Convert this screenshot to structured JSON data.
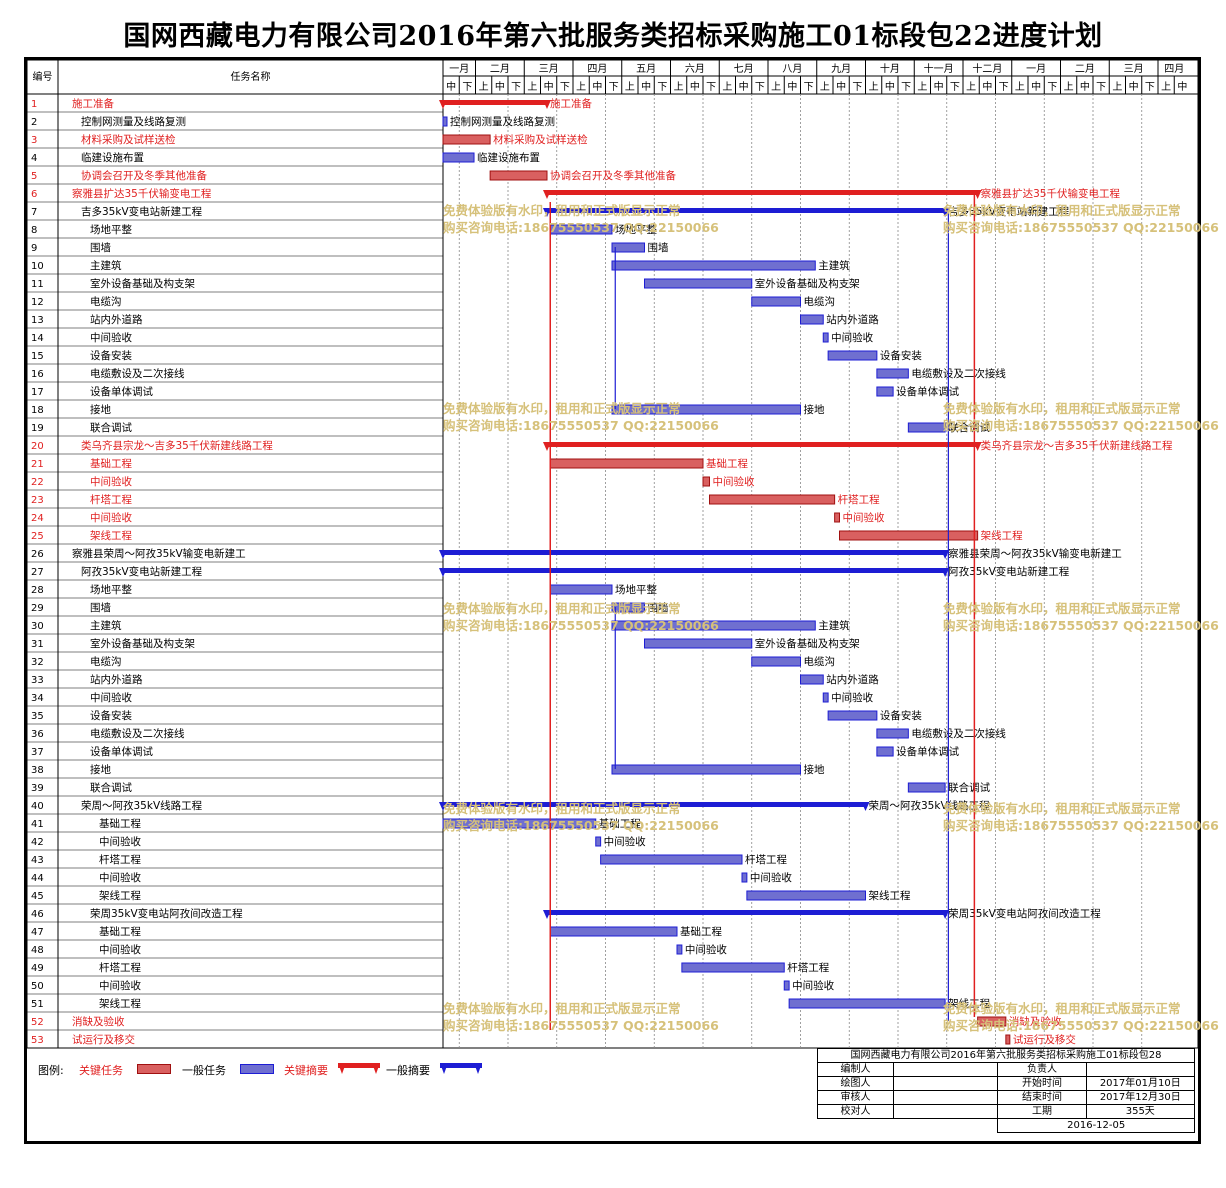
{
  "title": "国网西藏电力有限公司2016年第六批服务类招标采购施工01标段包22进度计划",
  "header": {
    "id_col": "编号",
    "name_col": "任务名称"
  },
  "months": [
    "一月",
    "二月",
    "三月",
    "四月",
    "五月",
    "六月",
    "七月",
    "八月",
    "九月",
    "十月",
    "十一月",
    "十二月",
    "一月",
    "二月",
    "三月",
    "四月"
  ],
  "dekads": [
    "中",
    "下",
    "上",
    "中",
    "下",
    "上",
    "中",
    "下",
    "上",
    "中",
    "下",
    "上",
    "中",
    "下",
    "上",
    "中",
    "下",
    "上",
    "中",
    "下",
    "上",
    "中",
    "下",
    "上",
    "中",
    "下",
    "上",
    "中",
    "下",
    "上",
    "中",
    "下",
    "上",
    "中",
    "下",
    "上",
    "中",
    "下",
    "上",
    "中",
    "下",
    "上",
    "中",
    "下",
    "上",
    "中"
  ],
  "colors": {
    "critical": "#e02020",
    "normal": "#1d1dd4",
    "critical_bar": "#d96060",
    "normal_bar": "#6f6fd0",
    "watermark": "#d6c17a",
    "grid_dash": "#888888"
  },
  "watermark": {
    "line1": "免费体验版有水印，租用和正式版显示正常",
    "line2": "购买咨询电话:18675550537 QQ:22150066"
  },
  "chart_data": {
    "type": "gantt",
    "title": "国网西藏电力有限公司2016年第六批服务类招标采购施工01标段包22进度计划",
    "time_axis": {
      "start": "2017-01-11",
      "end": "2018-04-30"
    },
    "tasks": [
      {
        "id": "1",
        "name": "施工准备",
        "indent": 0,
        "kind": "summary",
        "critical": true,
        "start": "2017-01-01",
        "end": "2017-03-15",
        "label": "施工准备"
      },
      {
        "id": "2",
        "name": "控制网测量及线路复测",
        "indent": 1,
        "kind": "task",
        "critical": false,
        "start": "2017-01-01",
        "end": "2017-01-10",
        "label": "控制网测量及线路复测"
      },
      {
        "id": "3",
        "name": "材料采购及试样送检",
        "indent": 1,
        "kind": "task",
        "critical": true,
        "start": "2017-01-01",
        "end": "2017-02-10",
        "label": "材料采购及试样送检"
      },
      {
        "id": "4",
        "name": "临建设施布置",
        "indent": 1,
        "kind": "task",
        "critical": false,
        "start": "2017-01-01",
        "end": "2017-01-31",
        "label": "临建设施布置"
      },
      {
        "id": "5",
        "name": "协调会召开及冬季其他准备",
        "indent": 1,
        "kind": "task",
        "critical": true,
        "start": "2017-02-10",
        "end": "2017-03-15",
        "label": "协调会召开及冬季其他准备"
      },
      {
        "id": "6",
        "name": "察雅县扩达35千伏输变电工程",
        "indent": 0,
        "kind": "summary",
        "critical": true,
        "start": "2017-03-15",
        "end": "2017-12-10",
        "label": "察雅县扩达35千伏输变电工程"
      },
      {
        "id": "7",
        "name": "吉多35kV变电站新建工程",
        "indent": 1,
        "kind": "summary",
        "critical": false,
        "start": "2017-03-15",
        "end": "2017-11-20",
        "label": "吉多35kV变电站新建工程"
      },
      {
        "id": "8",
        "name": "场地平整",
        "indent": 2,
        "kind": "task",
        "critical": false,
        "start": "2017-03-17",
        "end": "2017-04-25",
        "label": "场地平整"
      },
      {
        "id": "9",
        "name": "围墙",
        "indent": 2,
        "kind": "task",
        "critical": false,
        "start": "2017-04-25",
        "end": "2017-05-15",
        "label": "围墙"
      },
      {
        "id": "10",
        "name": "主建筑",
        "indent": 2,
        "kind": "task",
        "critical": false,
        "start": "2017-04-25",
        "end": "2017-08-31",
        "label": "主建筑"
      },
      {
        "id": "11",
        "name": "室外设备基础及构支架",
        "indent": 2,
        "kind": "task",
        "critical": false,
        "start": "2017-05-15",
        "end": "2017-07-21",
        "label": "室外设备基础及构支架"
      },
      {
        "id": "12",
        "name": "电缆沟",
        "indent": 2,
        "kind": "task",
        "critical": false,
        "start": "2017-07-21",
        "end": "2017-08-21",
        "label": "电缆沟"
      },
      {
        "id": "13",
        "name": "站内外道路",
        "indent": 2,
        "kind": "task",
        "critical": false,
        "start": "2017-08-21",
        "end": "2017-09-05",
        "label": "站内外道路"
      },
      {
        "id": "14",
        "name": "中间验收",
        "indent": 2,
        "kind": "task",
        "critical": false,
        "start": "2017-09-05",
        "end": "2017-09-08",
        "label": "中间验收"
      },
      {
        "id": "15",
        "name": "设备安装",
        "indent": 2,
        "kind": "task",
        "critical": false,
        "start": "2017-09-08",
        "end": "2017-10-08",
        "label": "设备安装"
      },
      {
        "id": "16",
        "name": "电缆敷设及二次接线",
        "indent": 2,
        "kind": "task",
        "critical": false,
        "start": "2017-10-08",
        "end": "2017-10-28",
        "label": "电缆敷设及二次接线"
      },
      {
        "id": "17",
        "name": "设备单体调试",
        "indent": 2,
        "kind": "task",
        "critical": false,
        "start": "2017-10-08",
        "end": "2017-10-18",
        "label": "设备单体调试"
      },
      {
        "id": "18",
        "name": "接地",
        "indent": 2,
        "kind": "task",
        "critical": false,
        "start": "2017-04-25",
        "end": "2017-08-21",
        "label": "接地"
      },
      {
        "id": "19",
        "name": "联合调试",
        "indent": 2,
        "kind": "task",
        "critical": false,
        "start": "2017-10-28",
        "end": "2017-11-20",
        "label": "联合调试"
      },
      {
        "id": "20",
        "name": "类乌齐县宗龙～吉多35千伏新建线路工程",
        "indent": 1,
        "kind": "summary",
        "critical": true,
        "start": "2017-03-15",
        "end": "2017-12-10",
        "label": "类乌齐县宗龙～吉多35千伏新建线路工程"
      },
      {
        "id": "21",
        "name": "基础工程",
        "indent": 2,
        "kind": "task",
        "critical": true,
        "start": "2017-03-17",
        "end": "2017-06-21",
        "label": "基础工程"
      },
      {
        "id": "22",
        "name": "中间验收",
        "indent": 2,
        "kind": "task",
        "critical": true,
        "start": "2017-06-21",
        "end": "2017-06-25",
        "label": "中间验收"
      },
      {
        "id": "23",
        "name": "杆塔工程",
        "indent": 2,
        "kind": "task",
        "critical": true,
        "start": "2017-06-25",
        "end": "2017-09-12",
        "label": "杆塔工程"
      },
      {
        "id": "24",
        "name": "中间验收",
        "indent": 2,
        "kind": "task",
        "critical": true,
        "start": "2017-09-12",
        "end": "2017-09-15",
        "label": "中间验收"
      },
      {
        "id": "25",
        "name": "架线工程",
        "indent": 2,
        "kind": "task",
        "critical": true,
        "start": "2017-09-15",
        "end": "2017-12-10",
        "label": "架线工程"
      },
      {
        "id": "26",
        "name": "察雅县荣周～阿孜35kV输变电新建工",
        "indent": 0,
        "kind": "summary",
        "critical": false,
        "start": "2017-01-01",
        "end": "2017-11-20",
        "label": "察雅县荣周～阿孜35kV输变电新建工"
      },
      {
        "id": "27",
        "name": "阿孜35kV变电站新建工程",
        "indent": 1,
        "kind": "summary",
        "critical": false,
        "start": "2017-01-01",
        "end": "2017-11-20",
        "label": "阿孜35kV变电站新建工程"
      },
      {
        "id": "28",
        "name": "场地平整",
        "indent": 2,
        "kind": "task",
        "critical": false,
        "start": "2017-03-17",
        "end": "2017-04-25",
        "label": "场地平整"
      },
      {
        "id": "29",
        "name": "围墙",
        "indent": 2,
        "kind": "task",
        "critical": false,
        "start": "2017-04-25",
        "end": "2017-05-15",
        "label": "围墙"
      },
      {
        "id": "30",
        "name": "主建筑",
        "indent": 2,
        "kind": "task",
        "critical": false,
        "start": "2017-04-25",
        "end": "2017-08-31",
        "label": "主建筑"
      },
      {
        "id": "31",
        "name": "室外设备基础及构支架",
        "indent": 2,
        "kind": "task",
        "critical": false,
        "start": "2017-05-15",
        "end": "2017-07-21",
        "label": "室外设备基础及构支架"
      },
      {
        "id": "32",
        "name": "电缆沟",
        "indent": 2,
        "kind": "task",
        "critical": false,
        "start": "2017-07-21",
        "end": "2017-08-21",
        "label": "电缆沟"
      },
      {
        "id": "33",
        "name": "站内外道路",
        "indent": 2,
        "kind": "task",
        "critical": false,
        "start": "2017-08-21",
        "end": "2017-09-05",
        "label": "站内外道路"
      },
      {
        "id": "34",
        "name": "中间验收",
        "indent": 2,
        "kind": "task",
        "critical": false,
        "start": "2017-09-05",
        "end": "2017-09-08",
        "label": "中间验收"
      },
      {
        "id": "35",
        "name": "设备安装",
        "indent": 2,
        "kind": "task",
        "critical": false,
        "start": "2017-09-08",
        "end": "2017-10-08",
        "label": "设备安装"
      },
      {
        "id": "36",
        "name": "电缆敷设及二次接线",
        "indent": 2,
        "kind": "task",
        "critical": false,
        "start": "2017-10-08",
        "end": "2017-10-28",
        "label": "电缆敷设及二次接线"
      },
      {
        "id": "37",
        "name": "设备单体调试",
        "indent": 2,
        "kind": "task",
        "critical": false,
        "start": "2017-10-08",
        "end": "2017-10-18",
        "label": "设备单体调试"
      },
      {
        "id": "38",
        "name": "接地",
        "indent": 2,
        "kind": "task",
        "critical": false,
        "start": "2017-04-25",
        "end": "2017-08-21",
        "label": "接地"
      },
      {
        "id": "39",
        "name": "联合调试",
        "indent": 2,
        "kind": "task",
        "critical": false,
        "start": "2017-10-28",
        "end": "2017-11-20",
        "label": "联合调试"
      },
      {
        "id": "40",
        "name": "荣周～阿孜35kV线路工程",
        "indent": 1,
        "kind": "summary",
        "critical": false,
        "start": "2017-01-01",
        "end": "2017-10-01",
        "label": "荣周～阿孜35kV线路工程"
      },
      {
        "id": "41",
        "name": "基础工程",
        "indent": 3,
        "kind": "task",
        "critical": false,
        "start": "2017-01-01",
        "end": "2017-04-15",
        "label": "基础工程"
      },
      {
        "id": "42",
        "name": "中间验收",
        "indent": 3,
        "kind": "task",
        "critical": false,
        "start": "2017-04-15",
        "end": "2017-04-18",
        "label": "中间验收"
      },
      {
        "id": "43",
        "name": "杆塔工程",
        "indent": 3,
        "kind": "task",
        "critical": false,
        "start": "2017-04-18",
        "end": "2017-07-15",
        "label": "杆塔工程"
      },
      {
        "id": "44",
        "name": "中间验收",
        "indent": 3,
        "kind": "task",
        "critical": false,
        "start": "2017-07-15",
        "end": "2017-07-18",
        "label": "中间验收"
      },
      {
        "id": "45",
        "name": "架线工程",
        "indent": 3,
        "kind": "task",
        "critical": false,
        "start": "2017-07-18",
        "end": "2017-10-01",
        "label": "架线工程"
      },
      {
        "id": "46",
        "name": "荣周35kV变电站阿孜间改造工程",
        "indent": 2,
        "kind": "summary",
        "critical": false,
        "start": "2017-03-15",
        "end": "2017-11-20",
        "label": "荣周35kV变电站阿孜间改造工程"
      },
      {
        "id": "47",
        "name": "基础工程",
        "indent": 3,
        "kind": "task",
        "critical": false,
        "start": "2017-03-17",
        "end": "2017-06-05",
        "label": "基础工程"
      },
      {
        "id": "48",
        "name": "中间验收",
        "indent": 3,
        "kind": "task",
        "critical": false,
        "start": "2017-06-05",
        "end": "2017-06-08",
        "label": "中间验收"
      },
      {
        "id": "49",
        "name": "杆塔工程",
        "indent": 3,
        "kind": "task",
        "critical": false,
        "start": "2017-06-08",
        "end": "2017-08-11",
        "label": "杆塔工程"
      },
      {
        "id": "50",
        "name": "中间验收",
        "indent": 3,
        "kind": "task",
        "critical": false,
        "start": "2017-08-11",
        "end": "2017-08-14",
        "label": "中间验收"
      },
      {
        "id": "51",
        "name": "架线工程",
        "indent": 3,
        "kind": "task",
        "critical": false,
        "start": "2017-08-14",
        "end": "2017-11-20",
        "label": "架线工程"
      },
      {
        "id": "52",
        "name": "消缺及验收",
        "indent": 0,
        "kind": "task",
        "critical": true,
        "start": "2017-12-10",
        "end": "2017-12-28",
        "label": "消缺及验收"
      },
      {
        "id": "53",
        "name": "试运行及移交",
        "indent": 0,
        "kind": "task",
        "critical": true,
        "start": "2017-12-28",
        "end": "2017-12-30",
        "label": "试运行及移交"
      }
    ]
  },
  "legend": {
    "label": "图例:",
    "items": [
      "关键任务",
      "一般任务",
      "关键摘要",
      "一般摘要"
    ]
  },
  "info": {
    "title": "国网西藏电力有限公司2016年第六批服务类招标采购施工01标段包28",
    "rows": [
      [
        "编制人",
        "",
        "负责人",
        ""
      ],
      [
        "绘图人",
        "",
        "开始时间",
        "2017年01月10日"
      ],
      [
        "审核人",
        "",
        "结束时间",
        "2017年12月30日"
      ],
      [
        "校对人",
        "",
        "工期",
        "355天"
      ]
    ],
    "date": "2016-12-05"
  }
}
